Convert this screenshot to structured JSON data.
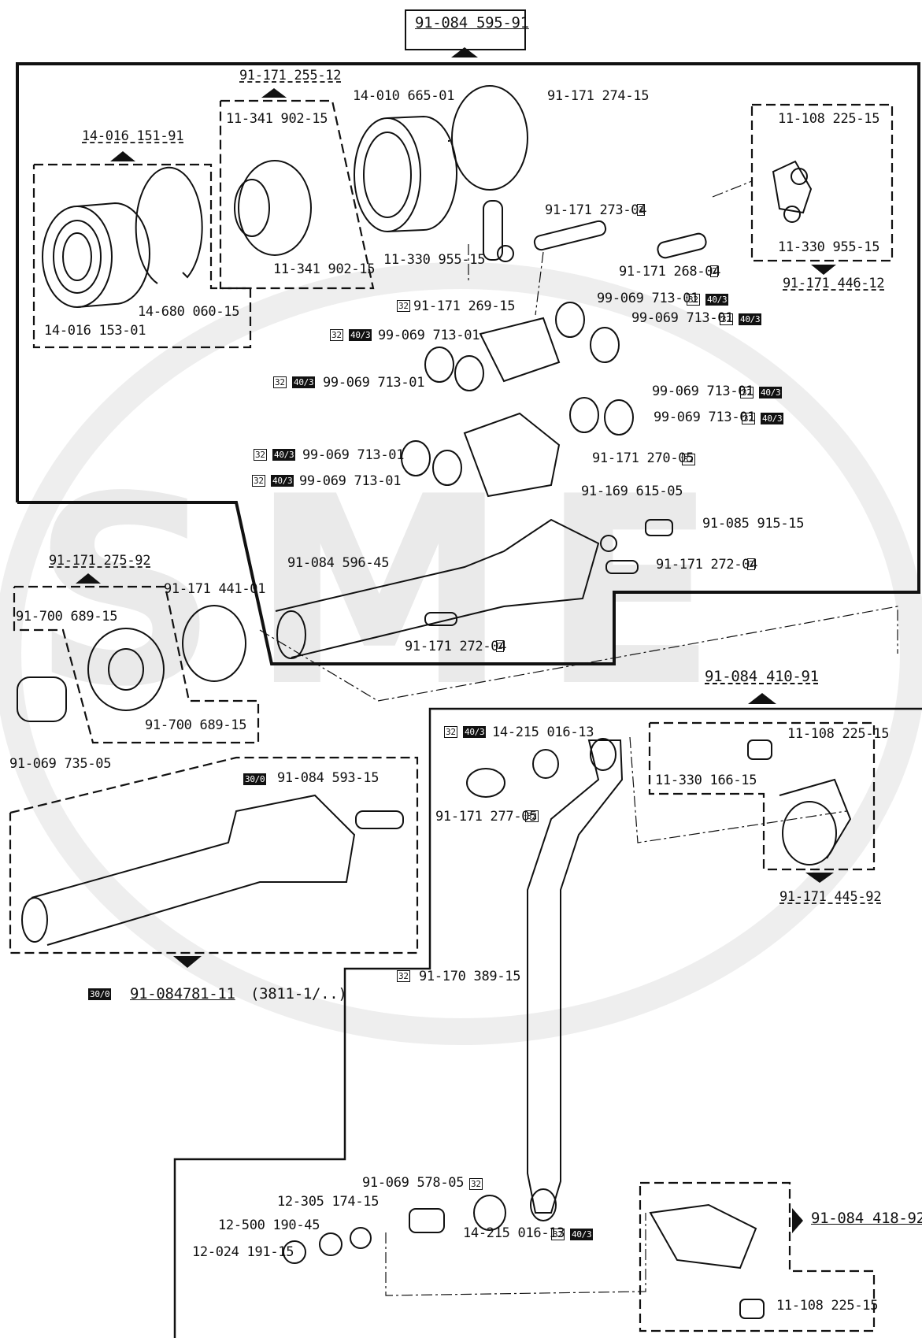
{
  "watermark": {
    "text": "SME"
  },
  "labels": {
    "top_assembly": "91-084 595-91",
    "sub_255": "91-171 255-12",
    "sub_151": "14-016 151-91",
    "p_14_010_665": "14-010 665-01",
    "p_91_171_274": "91-171 274-15",
    "p_11_341_902_a": "11-341 902-15",
    "p_11_341_902_b": "11-341 902-15",
    "p_14_016_153": "14-016 153-01",
    "p_14_680_060": "14-680 060-15",
    "p_11_330_955_a": "11-330 955-15",
    "p_91_171_273": "91-171 273-04",
    "p_91_171_268": "91-171 268-04",
    "p_11_108_225_a": "11-108 225-15",
    "p_11_330_955_b": "11-330 955-15",
    "sub_446": "91-171 446-12",
    "p_91_171_269": "91-171 269-15",
    "p_99_a": "99-069 713-01",
    "p_99_b": "99-069 713-01",
    "p_99_c": "99-069 713-01",
    "p_99_d": "99-069 713-01",
    "p_99_e": "99-069 713-01",
    "p_99_f": "99-069 713-01",
    "p_99_g": "99-069 713-01",
    "p_99_h": "99-069 713-01",
    "p_91_171_270": "91-171 270-05",
    "p_91_169_615": "91-169 615-05",
    "p_91_085_915": "91-085 915-15",
    "p_91_171_272_a": "91-171 272-04",
    "p_91_084_596": "91-084 596-45",
    "p_91_171_272_b": "91-171 272-04",
    "sub_275": "91-171 275-92",
    "p_91_171_441": "91-171 441-01",
    "p_91_700_689_a": "91-700 689-15",
    "p_91_700_689_b": "91-700 689-15",
    "p_91_069_735": "91-069 735-05",
    "sub_410": "91-084 410-91",
    "p_14_215_016_a": "14-215 016-13",
    "p_91_171_277": "91-171 277-05",
    "p_11_108_225_b": "11-108 225-15",
    "p_11_330_166": "11-330 166-15",
    "sub_445": "91-171 445-92",
    "p_91_084_593": "91-084 593-15",
    "sub_781": "91-084781-11",
    "sub_781_note": "(3811-1/..)",
    "p_91_170_389": "91-170 389-15",
    "p_91_069_578": "91-069 578-05",
    "p_12_305_174": "12-305 174-15",
    "p_12_500_190": "12-500 190-45",
    "p_12_024_191": "12-024 191-15",
    "p_14_215_016_b": "14-215 016-13",
    "sub_418": "91-084 418-92",
    "p_11_108_225_c": "11-108 225-15"
  },
  "badges": {
    "b2": "2",
    "b32": "32",
    "b403": "40/3",
    "b300": "30/0"
  }
}
